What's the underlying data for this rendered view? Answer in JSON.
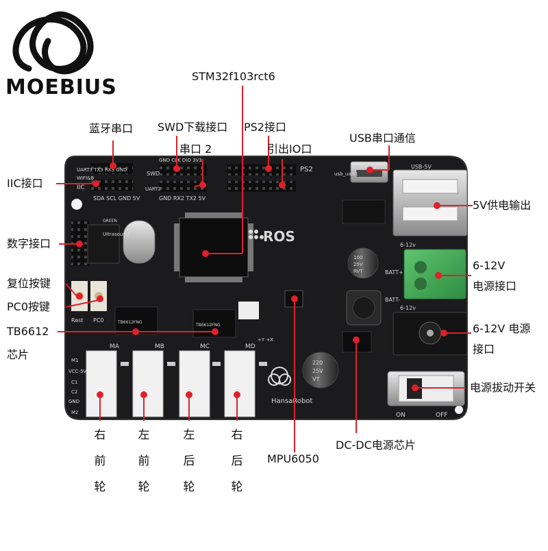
{
  "logo": {
    "brand": "MOEBIUS"
  },
  "labels": {
    "mcu": "STM32f103rct6",
    "bluetooth": "蓝牙串口",
    "swd": "SWD下载接口",
    "ps2": "PS2接口",
    "usb_serial": "USB串口通信",
    "uart2": "串口 2",
    "gpio_out": "引出IO口",
    "iic": "IIC接口",
    "usb_5v": "5V供电输出",
    "digital": "数字接口",
    "reset": "复位按键",
    "pc0": "PC0按键",
    "power_terminal_line1": "6-12V",
    "power_terminal_line2": "电源接口",
    "tb6612_line1": "TB6612",
    "tb6612_line2": "芯片",
    "dc_jack_line1": "6-12V 电源",
    "dc_jack_line2": "接口",
    "power_switch": "电源拔动开关",
    "mpu": "MPU6050",
    "dcdc": "DC-DC电源芯片"
  },
  "wheels": [
    {
      "chars": [
        "右",
        "前",
        "轮"
      ]
    },
    {
      "chars": [
        "左",
        "前",
        "轮"
      ]
    },
    {
      "chars": [
        "左",
        "后",
        "轮"
      ]
    },
    {
      "chars": [
        "右",
        "后",
        "轮"
      ]
    }
  ],
  "board_silkscreen": {
    "uart_header": "UART3 TX3 RX3 GND",
    "wifi": "WIFI&B",
    "iic_tag": "IIC",
    "iic_pins": "SDA SCL GND 5V",
    "swd_tag": "SWD",
    "swd_pins": "GND CLK DIO 3V3",
    "uart2_tag": "UART2",
    "uart2_pins": "GND RX2 TX2 5V",
    "ps2_tag": "PS2",
    "usb_uart": "usb_uart1",
    "usb_5v": "USB-5V",
    "ros": "ROS",
    "batt_plus": "BATT+",
    "batt_minus": "BATT-",
    "v612": "6-12v",
    "rest": "Rest",
    "pc0": "PC0",
    "motor_a": "MA",
    "motor_b": "MB",
    "motor_c": "MC",
    "motor_d": "MD",
    "motor_pins": [
      "M1",
      "VCC-5V",
      "C1",
      "C2",
      "GND",
      "M2"
    ],
    "cap1": [
      "100",
      "25V",
      "RVT"
    ],
    "cap2": [
      "220",
      "25V",
      "VT"
    ],
    "chip1": "TB6612FNG",
    "chip2": "TB6612FNG",
    "company": "HansaRobot",
    "switch_on": "ON",
    "switch_off": "OFF",
    "axis": "+Y  +X",
    "ultrasound": "Ultrasound",
    "green": "GREEN"
  },
  "colors": {
    "pcb": "#1b1b1d",
    "pcb_edge": "#2a2a2c",
    "silkscreen": "#d8d8d8",
    "callout_line": "#e0202a",
    "callout_dot": "#e0202a",
    "terminal_green": "#3fae55",
    "header_black": "#0d0d0d"
  }
}
